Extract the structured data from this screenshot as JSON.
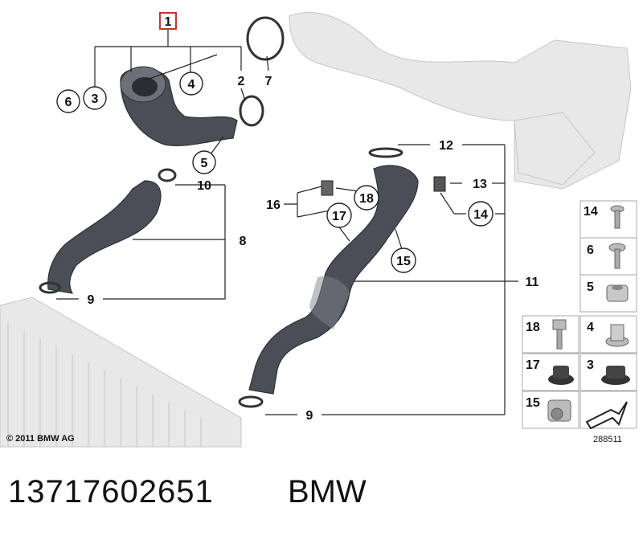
{
  "callouts": {
    "c1": "1",
    "c2": "2",
    "c3": "3",
    "c4": "4",
    "c5": "5",
    "c6": "6",
    "c7": "7",
    "c8": "8",
    "c9a": "9",
    "c9b": "9",
    "c10": "10",
    "c11": "11",
    "c12": "12",
    "c13": "13",
    "c14": "14",
    "c15": "15",
    "c16": "16",
    "c17": "17",
    "c18": "18"
  },
  "legend": {
    "items": [
      "14",
      "6",
      "5",
      "18",
      "4",
      "17",
      "3",
      "15"
    ]
  },
  "copyright": "© 2011 BMW AG",
  "diagram_id": "288511",
  "footer": {
    "part_number": "13717602651",
    "brand": "BMW"
  }
}
